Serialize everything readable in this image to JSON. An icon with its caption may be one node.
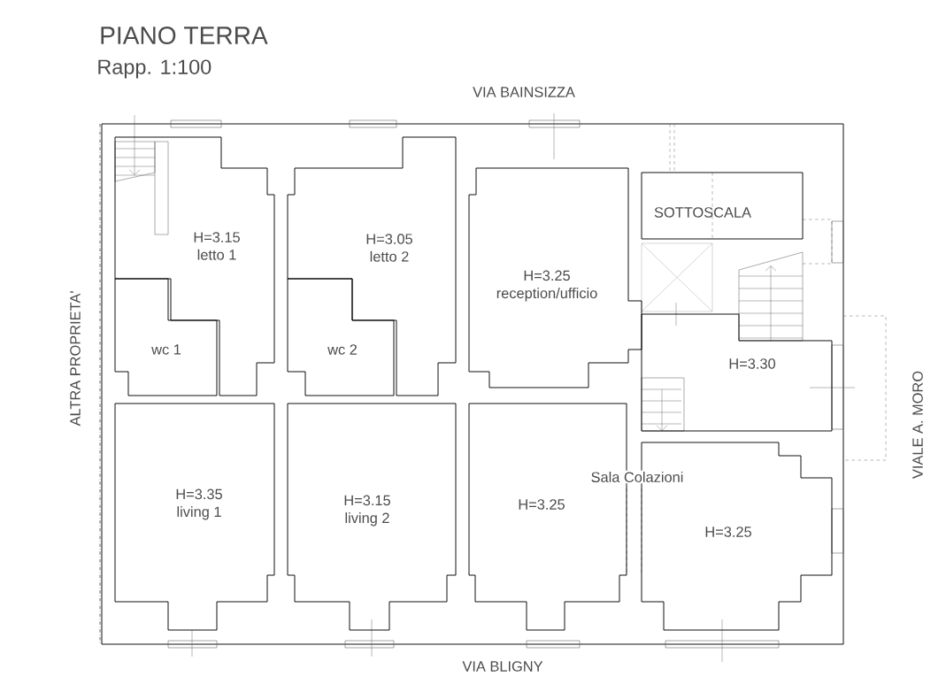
{
  "diagram": {
    "title": "PIANO TERRA",
    "nodes": [
      {
        "text": [
          "H=3.15",
          "letto 1"
        ]
      },
      {
        "text": [
          "H=3.05",
          "letto 2"
        ]
      },
      {
        "text": [
          "H=3.25",
          "reception/ufficio"
        ]
      },
      {
        "text": [
          "SOTTOSCALA"
        ]
      },
      {
        "text": [
          "wc 1"
        ]
      },
      {
        "text": [
          "wc 2"
        ]
      },
      {
        "text": [
          "H=3.30"
        ]
      },
      {
        "text": [
          "H=3.35",
          "living 1"
        ]
      },
      {
        "text": [
          "H=3.15",
          "living 2"
        ]
      },
      {
        "text": [
          "H=3.25"
        ]
      },
      {
        "text": [
          "H=3.25"
        ]
      }
    ],
    "labels": [
      "Rapp. 1:100",
      "VIA BAINSIZZA",
      "ALTRA PROPRIETA'",
      "Sala Colazioni",
      "VIALE A. MORO",
      "VIA BLIGNY"
    ]
  }
}
